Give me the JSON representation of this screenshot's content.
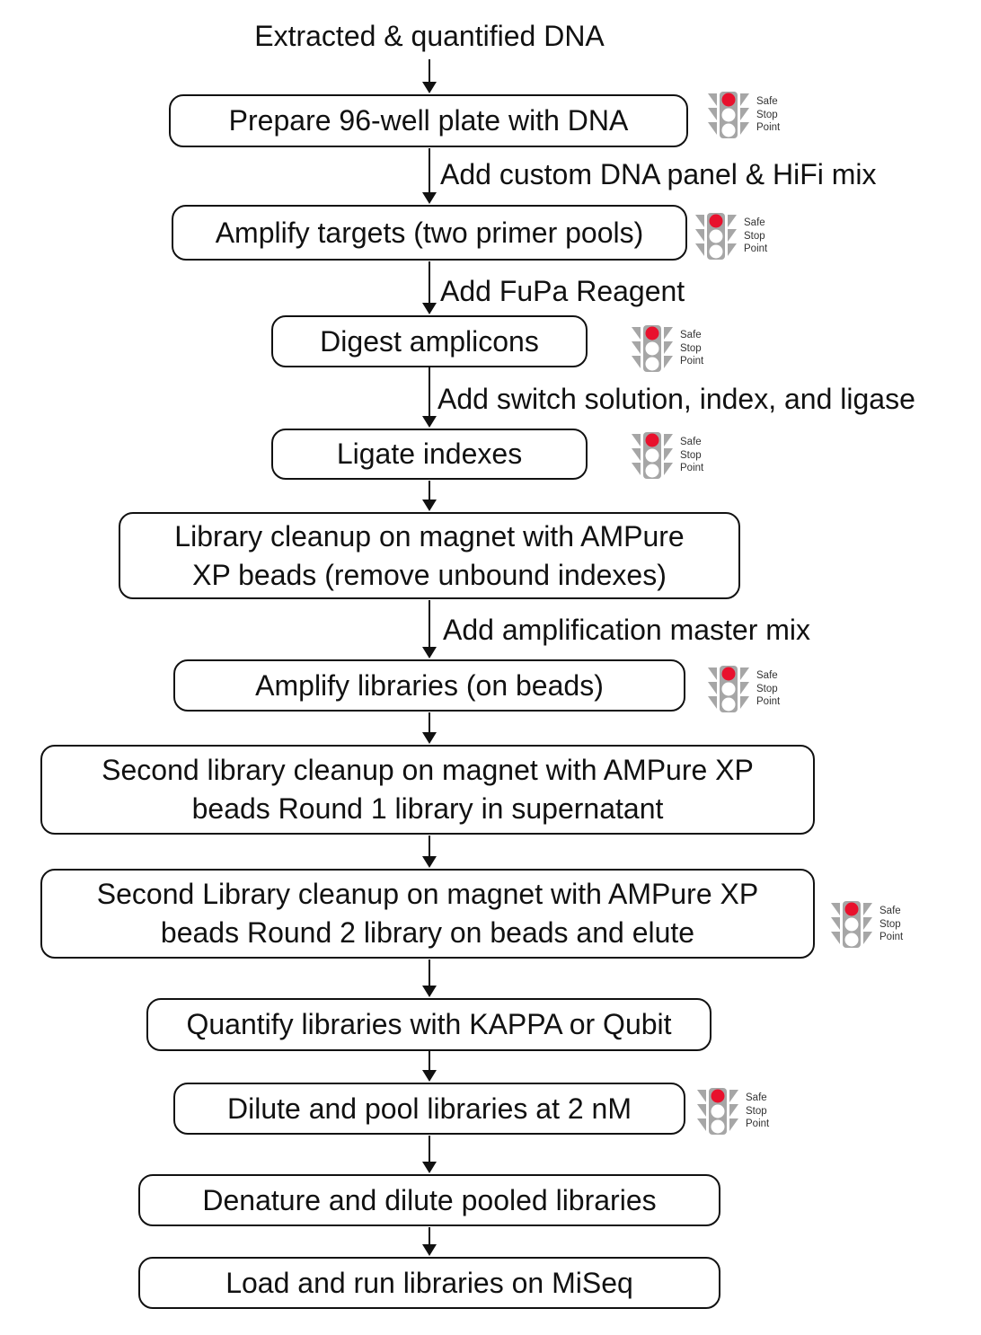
{
  "diagram_title": "Extracted & quantified DNA",
  "steps": [
    {
      "label": "Prepare 96-well plate with DNA",
      "safe_stop_point": true
    },
    {
      "label": "Amplify targets (two primer pools)",
      "safe_stop_point": true
    },
    {
      "label": "Digest amplicons",
      "safe_stop_point": true
    },
    {
      "label": "Ligate indexes",
      "safe_stop_point": true
    },
    {
      "label": [
        "Library cleanup on magnet with AMPure",
        "XP beads (remove unbound indexes)"
      ],
      "safe_stop_point": false
    },
    {
      "label": "Amplify libraries (on beads)",
      "safe_stop_point": true
    },
    {
      "label": [
        "Second library cleanup on magnet with AMPure XP",
        "beads Round 1 library in supernatant"
      ],
      "safe_stop_point": false
    },
    {
      "label": [
        "Second Library cleanup on magnet with AMPure XP",
        "beads Round 2 library on beads and elute"
      ],
      "safe_stop_point": true
    },
    {
      "label": "Quantify libraries with KAPPA or Qubit",
      "safe_stop_point": false
    },
    {
      "label": "Dilute and pool libraries at 2 nM",
      "safe_stop_point": true
    },
    {
      "label": "Denature and dilute pooled libraries",
      "safe_stop_point": false
    },
    {
      "label": "Load and run libraries on MiSeq",
      "safe_stop_point": false
    }
  ],
  "edge_labels": {
    "to_amplify_targets": "Add custom DNA panel & HiFi mix",
    "to_digest_amplicons": "Add FuPa Reagent",
    "to_ligate_indexes": "Add switch solution, index, and ligase",
    "to_amplify_libraries": "Add amplification master mix"
  },
  "safe_stop_icon": {
    "lines": [
      "Safe",
      "Stop",
      "Point"
    ],
    "red": "#e8112d",
    "gray": "#a6a6a6",
    "bulb_off": "#ffffff"
  }
}
